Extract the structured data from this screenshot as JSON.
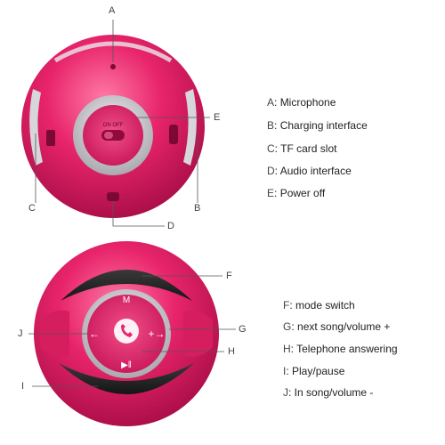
{
  "top_speaker": {
    "callouts": [
      "A",
      "B",
      "C",
      "D",
      "E"
    ],
    "switch_label": "ON  OFF",
    "legend": [
      {
        "letter": "A",
        "text": "Microphone"
      },
      {
        "letter": "B",
        "text": "Charging interface"
      },
      {
        "letter": "C",
        "text": "TF card slot"
      },
      {
        "letter": "D",
        "text": "Audio interface"
      },
      {
        "letter": "E",
        "text": "Power off"
      }
    ]
  },
  "bottom_speaker": {
    "callouts": [
      "F",
      "G",
      "H",
      "I",
      "J"
    ],
    "button_glyphs": {
      "mode": "M",
      "prev": "←",
      "next": "+→",
      "play": "▶ǁ"
    },
    "legend": [
      {
        "letter": "F",
        "text": "mode switch"
      },
      {
        "letter": "G",
        "text": "next song/volume +"
      },
      {
        "letter": "H",
        "text": "Telephone answering"
      },
      {
        "letter": "I",
        "text": "Play/pause"
      },
      {
        "letter": "J",
        "text": "In song/volume -"
      }
    ]
  },
  "colors": {
    "speaker_pink": "#e8246a",
    "speaker_dark_pink": "#b80f4d",
    "silver_ring": "#c8c8cc",
    "grille": "#2a2a2a",
    "leader_line": "#555555"
  }
}
